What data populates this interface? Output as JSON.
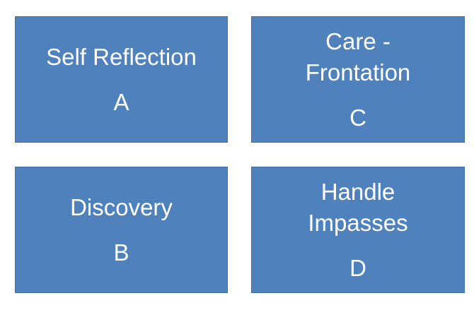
{
  "boxes": {
    "a": {
      "title": "Self Reflection",
      "letter": "A"
    },
    "b": {
      "title": "Discovery",
      "letter": "B"
    },
    "c": {
      "title": "Care -\nFrontation",
      "letter": "C"
    },
    "d": {
      "title": "Handle\nImpasses",
      "letter": "D"
    }
  },
  "colors": {
    "box_fill": "#4f81bd",
    "text": "#ffffff"
  }
}
